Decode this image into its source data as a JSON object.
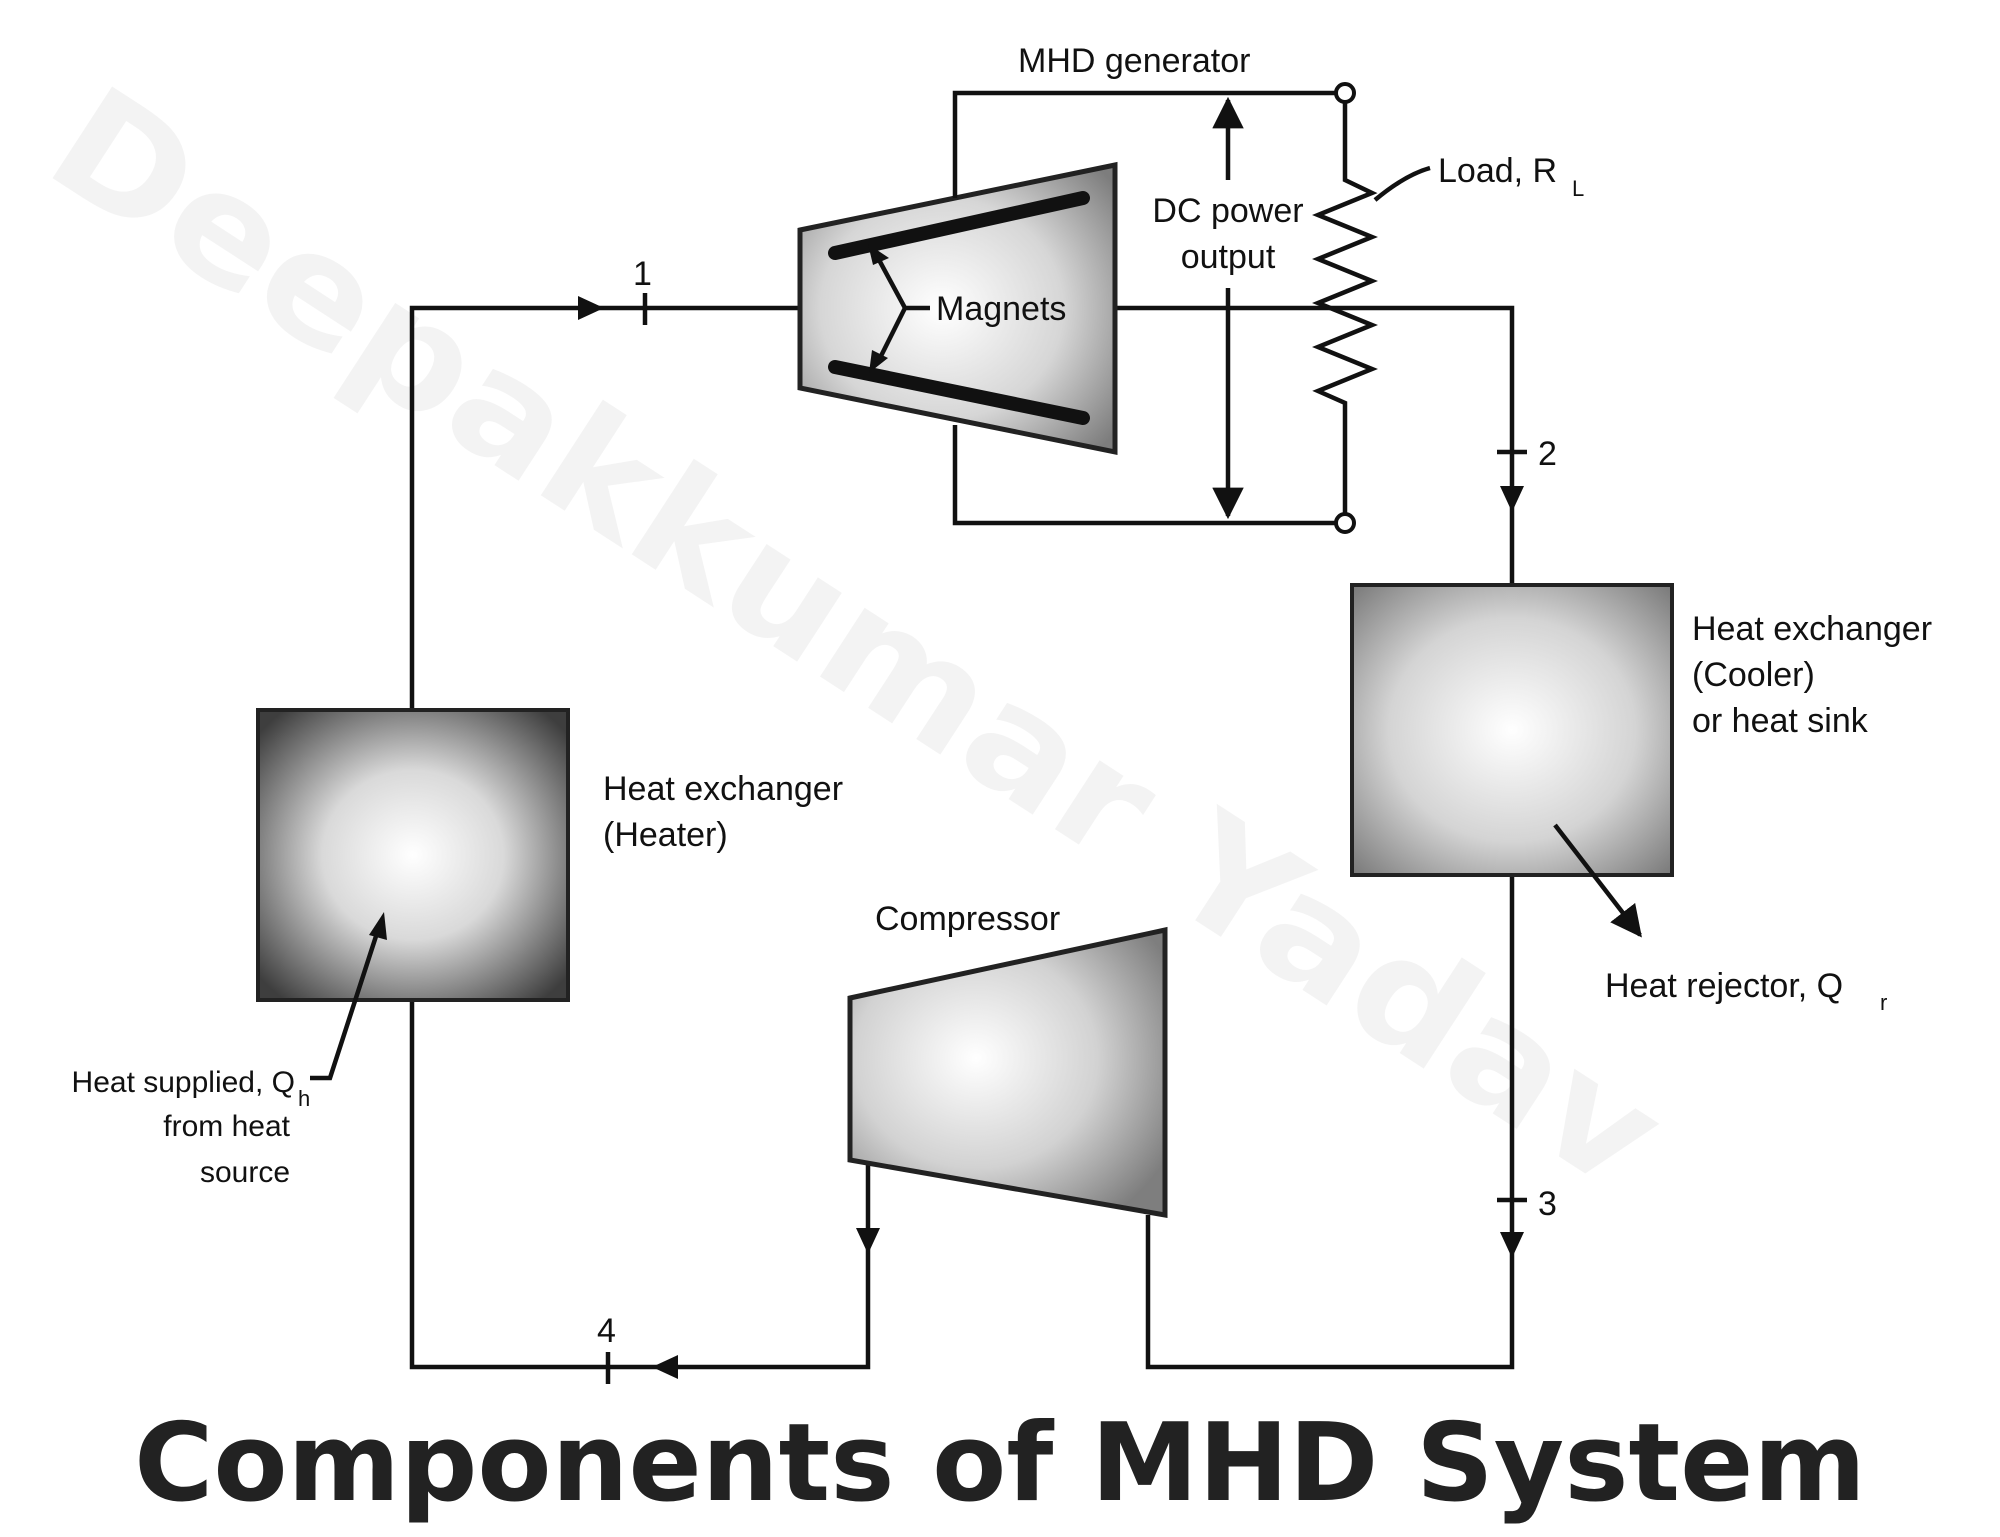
{
  "title": "Components of MHD System",
  "watermark": "Deepakkumar Yadav",
  "labels": {
    "mhd_generator": "MHD generator",
    "magnets": "Magnets",
    "dc_power_line1": "DC power",
    "dc_power_line2": "output",
    "load": "Load, R",
    "load_sub": "L",
    "heater_line1": "Heat exchanger",
    "heater_line2": "(Heater)",
    "cooler_line1": "Heat exchanger",
    "cooler_line2": "(Cooler)",
    "cooler_line3": "or heat sink",
    "heat_rejector": "Heat rejector, Q",
    "heat_rejector_sub": "r",
    "compressor": "Compressor",
    "heat_supplied_line1": "Heat supplied, Q",
    "heat_supplied_sub": "h",
    "heat_supplied_line2": "from heat",
    "heat_supplied_line3": "source",
    "point1": "1",
    "point2": "2",
    "point3": "3",
    "point4": "4"
  },
  "colors": {
    "line": "#111111",
    "box_dark": "#3a3a3a",
    "box_light": "#ffffff",
    "title": "#222222"
  }
}
